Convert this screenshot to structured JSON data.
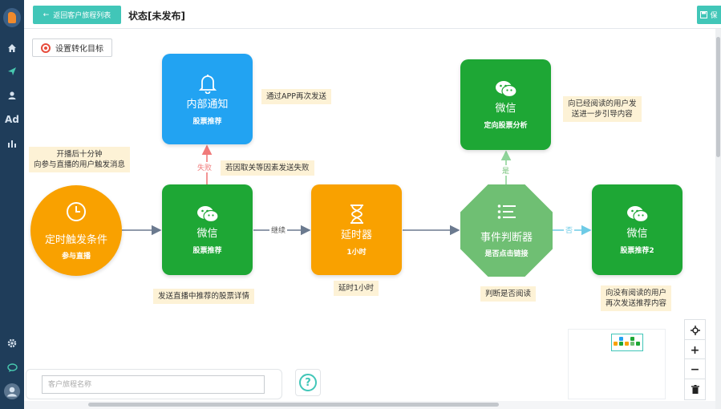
{
  "header": {
    "back_label": "返回客户旅程列表",
    "status": "状态[未发布]",
    "save_label": "保"
  },
  "sidebar": {
    "items": [
      {
        "name": "home-icon"
      },
      {
        "name": "send-icon"
      },
      {
        "name": "user-icon"
      },
      {
        "name": "ad-icon",
        "text": "Ad"
      },
      {
        "name": "bar-chart-icon"
      },
      {
        "name": "settings-icon"
      },
      {
        "name": "chat-icon"
      },
      {
        "name": "avatar"
      }
    ]
  },
  "toolbar": {
    "goal_label": "设置转化目标"
  },
  "nodes": {
    "trigger": {
      "title": "定时触发条件",
      "sub": "参与直播"
    },
    "wechat1": {
      "title": "微信",
      "sub": "股票推荐"
    },
    "internal": {
      "title": "内部通知",
      "sub": "股票推荐"
    },
    "delay": {
      "title": "延时器",
      "sub": "1小时"
    },
    "judge": {
      "title": "事件判断器",
      "sub": "是否点击链接"
    },
    "wechat2": {
      "title": "微信",
      "sub": "定向股票分析"
    },
    "wechat3": {
      "title": "微信",
      "sub": "股票推荐2"
    }
  },
  "edges": {
    "fail": "失败",
    "continue": "继续",
    "yes": "是",
    "no": "否"
  },
  "notes": {
    "trigger": "开播后十分钟\n向参与直播的用户触发消息",
    "internal": "通过APP再次发送",
    "fail": "若因取关等因素发送失败",
    "wechat1": "发送直播中推荐的股票详情",
    "delay": "延时1小时",
    "judge": "判断是否阅读",
    "wechat2": "向已经阅读的用户发\n送进一步引导内容",
    "wechat3": "向没有阅读的用户\n再次发送推荐内容"
  },
  "bottom": {
    "name_placeholder": "客户旅程名称",
    "help": "?"
  },
  "colors": {
    "accent": "#41c6b8",
    "green": "#1ea735",
    "blue": "#22a3f2",
    "orange": "#f9a100",
    "judge": "#6fbf73",
    "note": "#fdf2d6"
  }
}
